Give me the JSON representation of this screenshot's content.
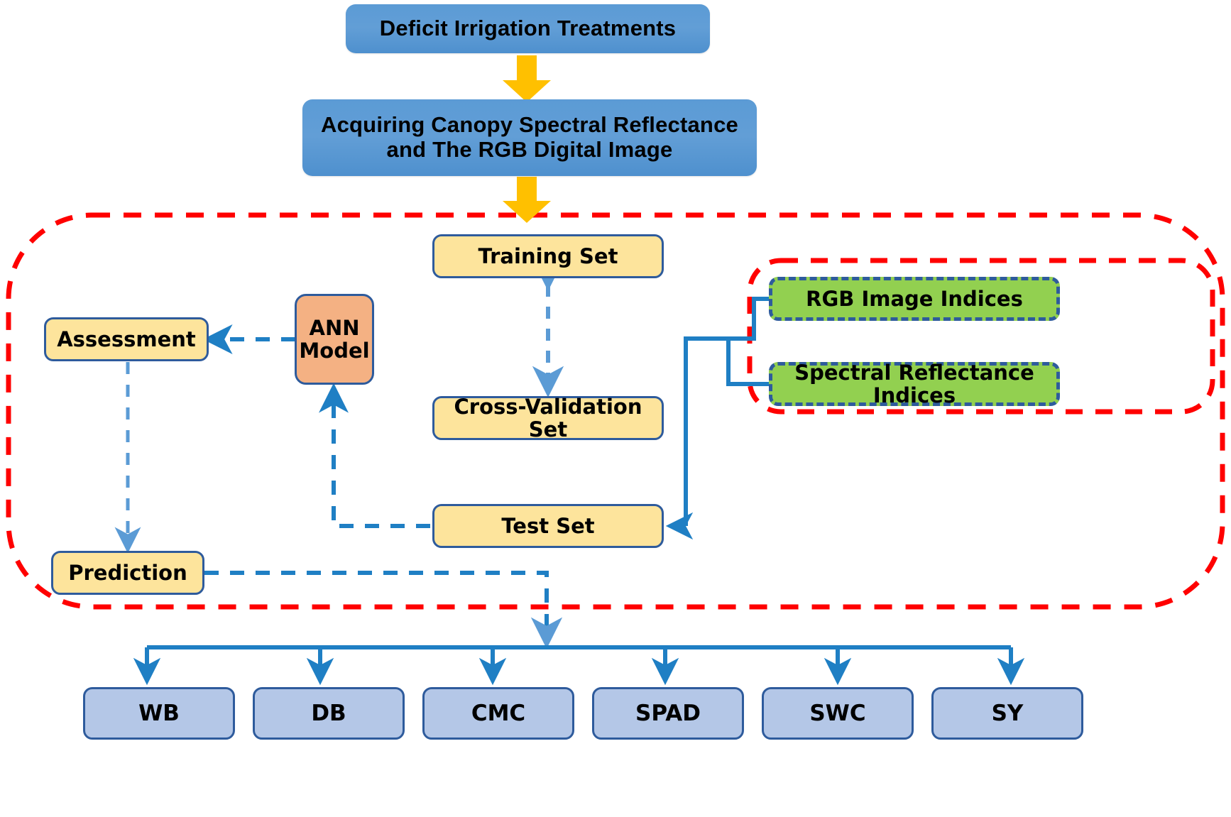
{
  "diagram": {
    "title": "Deficit irrigation ANN modelling workflow",
    "colors": {
      "blue_box": "#5B9BD5",
      "yellow_box": "#FDE49C",
      "orange_box": "#F4B183",
      "green_box": "#92D050",
      "output_box": "#B4C7E7",
      "box_border": "#2E5B9C",
      "red_dash": "#FF0000",
      "blue_arrow": "#1F7FC4",
      "light_blue_arrow": "#5B9BD5",
      "yellow_arrow": "#FFC000"
    },
    "inputs": [
      {
        "id": "deficit",
        "label": "Deficit Irrigation  Treatments"
      },
      {
        "id": "acquire",
        "label_line1": "Acquiring Canopy Spectral Reflectance",
        "label_line2": "and The RGB Digital Image"
      }
    ],
    "datasets": [
      {
        "id": "training",
        "label": "Training Set"
      },
      {
        "id": "crossval",
        "label": "Cross-Validation Set"
      },
      {
        "id": "test",
        "label": "Test Set"
      }
    ],
    "model": {
      "id": "ann",
      "label_line1": "ANN",
      "label_line2": "Model"
    },
    "evaluation": [
      {
        "id": "assessment",
        "label": "Assessment"
      },
      {
        "id": "prediction",
        "label": "Prediction"
      }
    ],
    "indices": [
      {
        "id": "rgb-indices",
        "label": "RGB Image Indices"
      },
      {
        "id": "spectral-indices",
        "label": "Spectral Reflectance Indices"
      }
    ],
    "outputs": [
      {
        "id": "wb",
        "label": "WB"
      },
      {
        "id": "db",
        "label": "DB"
      },
      {
        "id": "cmc",
        "label": "CMC"
      },
      {
        "id": "spad",
        "label": "SPAD"
      },
      {
        "id": "swc",
        "label": "SWC"
      },
      {
        "id": "sy",
        "label": "SY"
      }
    ],
    "icons": {
      "down_arrow": "down-arrow-icon",
      "dashed_connector": "dashed-connector-icon",
      "region_outline": "dashed-region-outline-icon"
    }
  }
}
